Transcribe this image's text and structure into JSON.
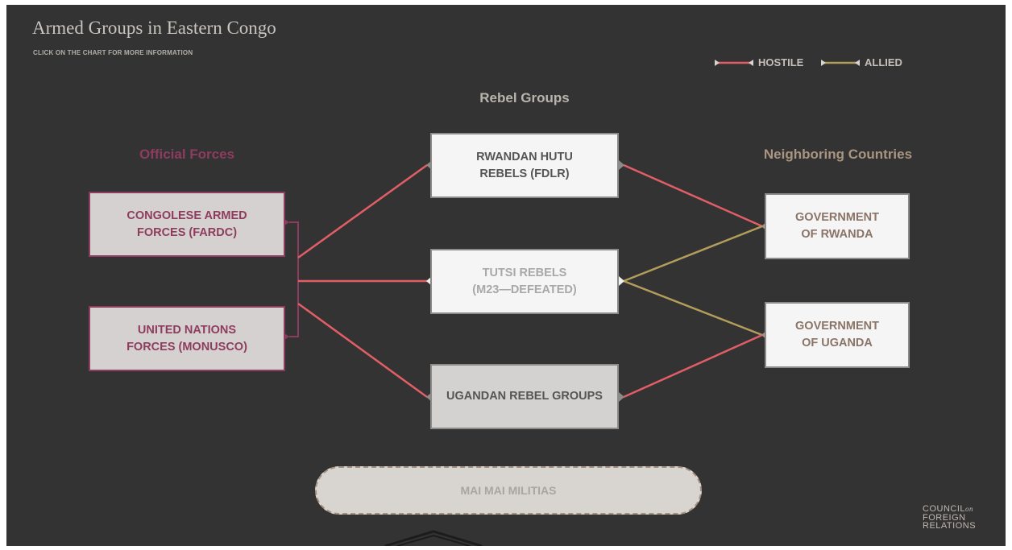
{
  "header": {
    "title": "Armed Groups in Eastern Congo",
    "subtitle": "CLICK ON THE CHART FOR MORE INFORMATION"
  },
  "legend": [
    {
      "label": "HOSTILE",
      "color": "#e15e67"
    },
    {
      "label": "ALLIED",
      "color": "#b39d5a"
    }
  ],
  "columns": {
    "official": {
      "label": "Official Forces",
      "color": "#8e3c5d"
    },
    "rebel": {
      "label": "Rebel Groups",
      "color": "#b9b4ae"
    },
    "neighbors": {
      "label": "Neighboring Countries",
      "color": "#a99580"
    }
  },
  "nodes": {
    "fardc": "CONGOLESE ARMED\nFORCES (FARDC)",
    "monusco": "UNITED NATIONS\nFORCES (MONUSCO)",
    "fdlr": "RWANDAN HUTU\nREBELS (FDLR)",
    "m23": "TUTSI REBELS\n(M23—DEFEATED)",
    "ugandan_rebels": "UGANDAN REBEL GROUPS",
    "rwanda": "GOVERNMENT\nOF RWANDA",
    "uganda": "GOVERNMENT\nOF UGANDA",
    "mai_mai": "MAI MAI MILITIAS"
  },
  "relationships": [
    {
      "from": "official",
      "to": "fdlr",
      "type": "hostile"
    },
    {
      "from": "official",
      "to": "m23",
      "type": "hostile"
    },
    {
      "from": "official",
      "to": "ugandan_rebels",
      "type": "hostile"
    },
    {
      "from": "fdlr",
      "to": "rwanda",
      "type": "hostile"
    },
    {
      "from": "m23",
      "to": "rwanda",
      "type": "allied"
    },
    {
      "from": "m23",
      "to": "uganda",
      "type": "allied"
    },
    {
      "from": "ugandan_rebels",
      "to": "uganda",
      "type": "hostile"
    }
  ],
  "logo": {
    "line1": "COUNCIL",
    "line1_suffix": "on",
    "line2": "FOREIGN",
    "line3": "RELATIONS"
  }
}
